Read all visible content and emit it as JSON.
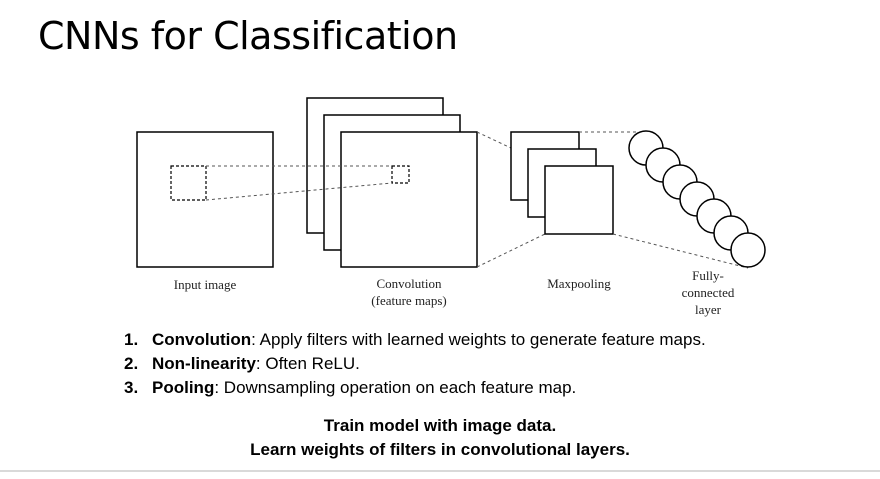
{
  "slide": {
    "title": "CNNs for Classification"
  },
  "diagram": {
    "labels": {
      "input": "Input image",
      "convolution_line1": "Convolution",
      "convolution_line2": "(feature maps)",
      "maxpooling": "Maxpooling",
      "fc_line1": "Fully-",
      "fc_line2": "connected",
      "fc_line3": "layer"
    },
    "colors": {
      "stroke": "#000000",
      "dashed": "#555555",
      "label": "#222222"
    }
  },
  "steps": [
    {
      "number": "1.",
      "term": "Convolution",
      "separator": ":",
      "text": " Apply filters with learned weights to generate feature maps."
    },
    {
      "number": "2.",
      "term": "Non-linearity",
      "separator": ":",
      "text": " Often ReLU."
    },
    {
      "number": "3.",
      "term": "Pooling",
      "separator": ":",
      "text": " Downsampling operation on each feature map."
    }
  ],
  "summary": {
    "line1": "Train model with image data.",
    "line2": "Learn weights of filters in convolutional layers."
  }
}
